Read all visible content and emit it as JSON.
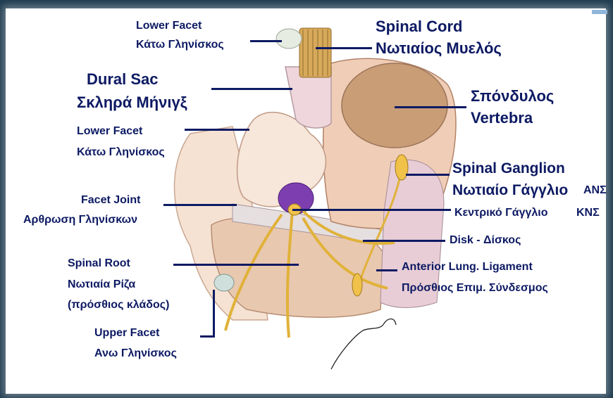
{
  "labels": {
    "lower_facet_top_en": "Lower Facet",
    "lower_facet_top_gr": "Κάτω Γληνίσκος",
    "spinal_cord_en": "Spinal Cord",
    "spinal_cord_gr": "Νωτιαίος Μυελός",
    "dural_sac_en": "Dural Sac",
    "dural_sac_gr": "Σκληρά Μήνιγξ",
    "vertebra_gr": "Σπόνδυλος",
    "vertebra_en": "Vertebra",
    "lower_facet_mid_en": "Lower Facet",
    "lower_facet_mid_gr": "Κάτω Γληνίσκος",
    "spinal_ganglion_en": "Spinal Ganglion",
    "spinal_ganglion_gr": "Νωτιαίο Γάγγλιο",
    "ans": "ΑΝΣ",
    "central_ganglion_gr": "Κεντρικό Γάγγλιο",
    "kns": "ΚΝΣ",
    "facet_joint_en": "Facet Joint",
    "facet_joint_gr": "Αρθρωση Γληνίσκων",
    "disk": "Disk - Δίσκος",
    "spinal_root_en": "Spinal Root",
    "spinal_root_gr": "Νωτιαία Ρίζα",
    "spinal_root_note": "(πρόσθιος κλάδος)",
    "anterior_lig_en": "Anterior Lung. Ligament",
    "anterior_lig_gr": "Πρόσθιος Επιμ. Σύνδεσμος",
    "upper_facet_en": "Upper Facet",
    "upper_facet_gr": "Ανω Γληνίσκος"
  },
  "colors": {
    "label_text": "#0d1a63",
    "background": "#1f3b4f",
    "bone": "#f2d8c4",
    "vertebral_body": "#c79b74",
    "nerve": "#e0b23a",
    "dural_sac": "#efd6dc",
    "violet": "#7d3fb0"
  }
}
